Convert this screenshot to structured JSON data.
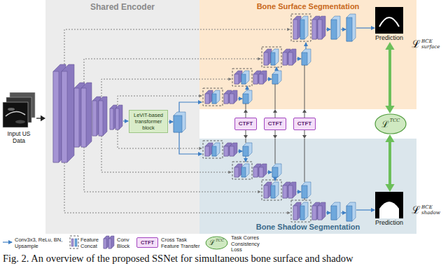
{
  "diagram": {
    "caption": "Fig. 2. An overview of the proposed SSNet for simultaneous bone surface and shadow",
    "nodes": [
      {
        "text": [
          "Input US Data"
        ]
      },
      {
        "text": [
          "Shared Encoder"
        ]
      },
      {
        "text": [
          "LeViT-based transformer block"
        ],
        "in": 1
      },
      {
        "text": [
          "Bone Surface Segmentation"
        ]
      },
      {
        "text": [
          "Prediction"
        ],
        "in": 3
      },
      {
        "text": [
          "CTFT"
        ]
      },
      {
        "text": [
          "CTFT"
        ]
      },
      {
        "text": [
          "CTFT"
        ]
      },
      {
        "text": [
          "ℒ",
          "TCC"
        ]
      },
      {
        "text": [
          "Bone Shadow Segmentation"
        ]
      },
      {
        "text": [
          "Prediction"
        ],
        "in": 9
      }
    ],
    "edges": [
      {
        "from": 0,
        "to": 1,
        "arrow": "to"
      },
      {
        "from": 5,
        "to": 3,
        "arrow": "to"
      },
      {
        "from": 5,
        "to": 9,
        "arrow": "to"
      },
      {
        "from": 6,
        "to": 3,
        "arrow": "to"
      },
      {
        "from": 6,
        "to": 9,
        "arrow": "to"
      },
      {
        "from": 7,
        "to": 3,
        "arrow": "to"
      },
      {
        "from": 7,
        "to": 9,
        "arrow": "to"
      },
      {
        "from": 8,
        "to": 4,
        "arrow": "both"
      },
      {
        "from": 8,
        "to": 10,
        "arrow": "both"
      }
    ],
    "labels": [
      "ℒ",
      "BCE",
      "surface",
      "ℒ",
      "BCE",
      "shadow",
      "CTFT",
      "ℒ",
      "TCC"
    ],
    "legend": [
      {
        "text": "Conv3x3, ReLu, BN, Upsample"
      },
      {
        "text": "Feature Concat"
      },
      {
        "text": "Conv Block"
      },
      {
        "text": "Cross Task Feature Transfer"
      },
      {
        "text": "Task Corres Consistency Loss"
      }
    ]
  }
}
